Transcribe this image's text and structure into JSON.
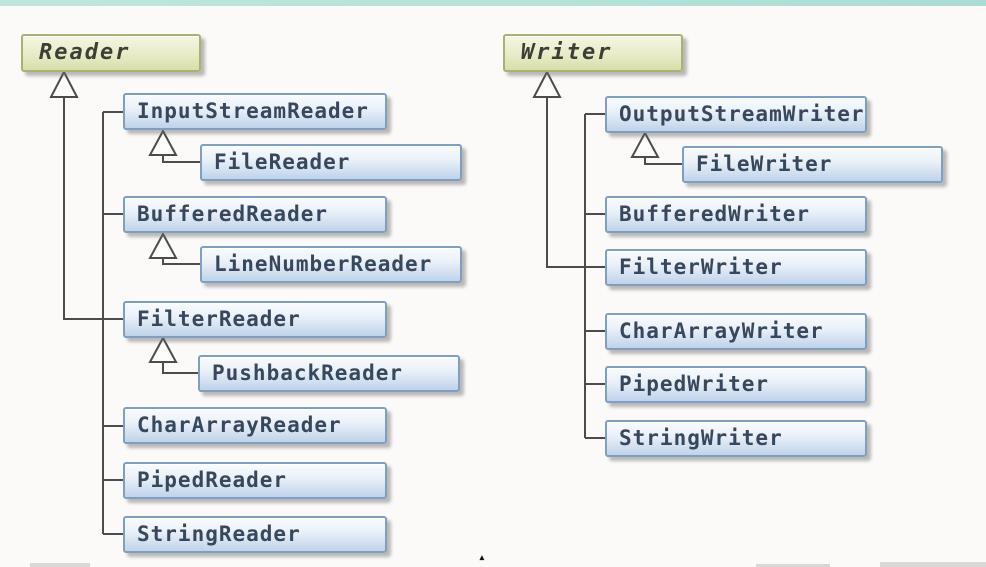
{
  "hierarchy": {
    "reader": {
      "root": {
        "label": "Reader"
      },
      "children": [
        {
          "label": "InputStreamReader",
          "children": [
            {
              "label": "FileReader"
            }
          ]
        },
        {
          "label": "BufferedReader",
          "children": [
            {
              "label": "LineNumberReader"
            }
          ]
        },
        {
          "label": "FilterReader",
          "children": [
            {
              "label": "PushbackReader"
            }
          ]
        },
        {
          "label": "CharArrayReader",
          "children": []
        },
        {
          "label": "PipedReader",
          "children": []
        },
        {
          "label": "StringReader",
          "children": []
        }
      ]
    },
    "writer": {
      "root": {
        "label": "Writer"
      },
      "children": [
        {
          "label": "OutputStreamWriter",
          "children": [
            {
              "label": "FileWriter"
            }
          ]
        },
        {
          "label": "BufferedWriter",
          "children": []
        },
        {
          "label": "FilterWriter",
          "children": []
        },
        {
          "label": "CharArrayWriter",
          "children": []
        },
        {
          "label": "PipedWriter",
          "children": []
        },
        {
          "label": "StringWriter",
          "children": []
        }
      ]
    }
  },
  "colors": {
    "top_bar": "#b6e2d9",
    "background": "#fbfaf8",
    "class_box_border": "#7f9fc1",
    "class_box_fill_top": "#f8fbfe",
    "class_box_fill_bottom": "#bed3ea",
    "class_box_text": "#37475c",
    "root_box_border": "#a9b173",
    "root_box_fill_top": "#f4f6e2",
    "root_box_fill_bottom": "#d8dfaa",
    "root_box_text": "#3c3f33",
    "connector": "#4c4c4c"
  },
  "icons": {
    "cursor_mark": "▴"
  }
}
